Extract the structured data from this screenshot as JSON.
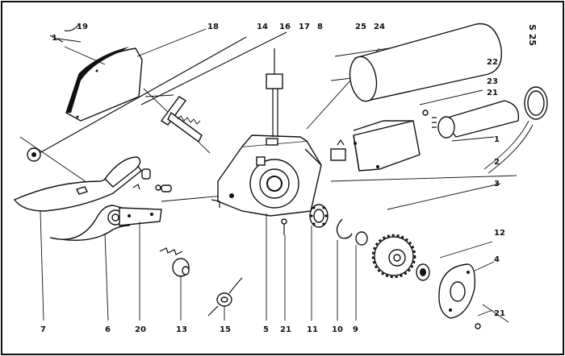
{
  "diagram": {
    "side_mark": "S 25",
    "callouts": {
      "c19": "19",
      "c1_top": "1",
      "c18": "18",
      "c14": "14",
      "c16": "16",
      "c17": "17",
      "c8": "8",
      "c25": "25",
      "c24": "24",
      "c22": "22",
      "c23": "23",
      "c21_top": "21",
      "c1_right": "1",
      "c2": "2",
      "c3": "3",
      "c12": "12",
      "c4": "4",
      "c21_bottom": "21",
      "c7": "7",
      "c6": "6",
      "c20": "20",
      "c13": "13",
      "c15": "15",
      "c5": "5",
      "c21_mid": "21",
      "c11": "11",
      "c10": "10",
      "c9": "9"
    }
  }
}
